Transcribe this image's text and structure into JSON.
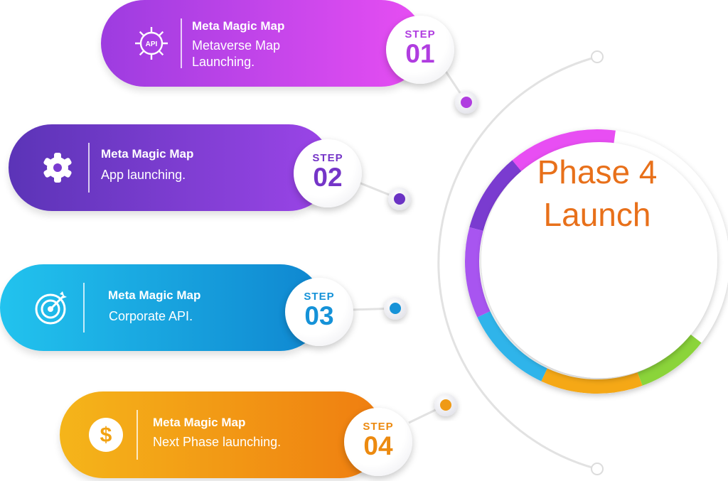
{
  "center": {
    "line1": "Phase 4",
    "line2": "Launch",
    "color": "#e8701a"
  },
  "colors": {
    "step1": [
      "#9d3ce0",
      "#e84ef3"
    ],
    "step2": [
      "#5b34b7",
      "#9c45e8"
    ],
    "step3": [
      "#1cbbe9",
      "#0f86d0"
    ],
    "step4": [
      "#f5b51a",
      "#ef7d10"
    ]
  },
  "steps": [
    {
      "label": "STEP",
      "number": "01",
      "title": "Meta Magic Map",
      "desc_line1": "Metaverse Map",
      "desc_line2": "Launching.",
      "icon": "api-gear-icon",
      "icon_text": "API",
      "label_color": "#b03de0",
      "dot_color": "#b03de0"
    },
    {
      "label": "STEP",
      "number": "02",
      "title": "Meta Magic Map",
      "desc_line1": "App launching.",
      "desc_line2": "",
      "icon": "gear-icon",
      "label_color": "#7535c8",
      "dot_color": "#6a31c4"
    },
    {
      "label": "STEP",
      "number": "03",
      "title": "Meta Magic Map",
      "desc_line1": "Corporate API.",
      "desc_line2": "",
      "icon": "target-icon",
      "label_color": "#1592d8",
      "dot_color": "#1592d8"
    },
    {
      "label": "STEP",
      "number": "04",
      "title": "Meta Magic Map",
      "desc_line1": "Next Phase launching.",
      "desc_line2": "",
      "icon": "dollar-icon",
      "label_color": "#ec8a10",
      "dot_color": "#ef9a12"
    }
  ]
}
